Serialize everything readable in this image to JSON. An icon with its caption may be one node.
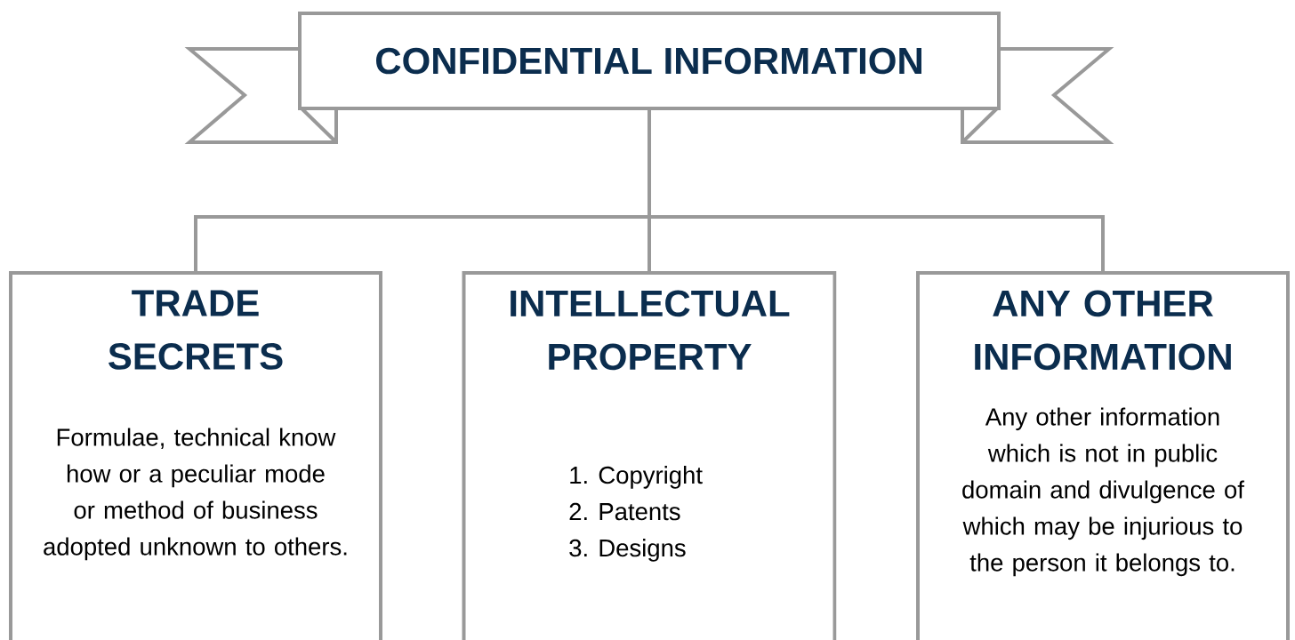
{
  "diagram": {
    "nodes": [
      {
        "text": [
          "CONFIDENTIAL INFORMATION"
        ]
      },
      {
        "text": [
          "TRADE SECRETS",
          "Formulae, technical know how or a peculiar mode or method of business adopted unknown to others."
        ]
      },
      {
        "text": [
          "INTELLECTUAL PROPERTY",
          "1. Copyright",
          "2. Patents",
          "3. Designs"
        ]
      },
      {
        "text": [
          "ANY OTHER INFORMATION",
          "Any other information which is not in public domain and divulgence of which may be injurious to the person it belongs to."
        ]
      }
    ],
    "edges": [
      {
        "from": 0,
        "to": 1,
        "arrow": "none"
      },
      {
        "from": 0,
        "to": 2,
        "arrow": "none"
      },
      {
        "from": 0,
        "to": 3,
        "arrow": "none"
      }
    ]
  }
}
